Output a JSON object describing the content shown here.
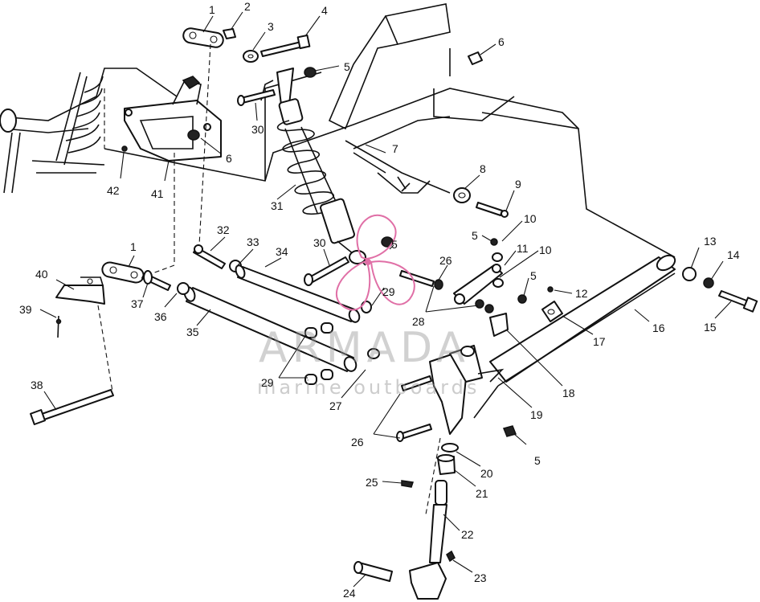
{
  "watermark": {
    "brand": "ARMADA",
    "subtitle": "marine outboards",
    "accent_color": "#e06fa6"
  },
  "callouts": [
    "1",
    "2",
    "3",
    "4",
    "5",
    "6",
    "30",
    "6",
    "42",
    "41",
    "31",
    "7",
    "8",
    "9",
    "10",
    "5",
    "11",
    "10",
    "5",
    "12",
    "13",
    "14",
    "15",
    "16",
    "17",
    "18",
    "19",
    "20",
    "21",
    "22",
    "23",
    "24",
    "25",
    "26",
    "27",
    "28",
    "29",
    "29",
    "26",
    "30",
    "5",
    "32",
    "33",
    "34",
    "1",
    "40",
    "37",
    "36",
    "35",
    "39",
    "38",
    "5"
  ]
}
